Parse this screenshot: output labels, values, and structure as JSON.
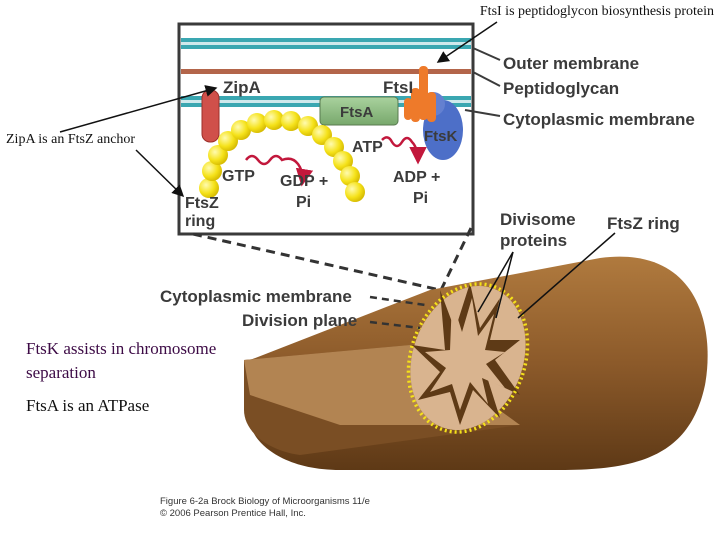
{
  "annotations": {
    "ftsi_note": "FtsI is peptidoglycon biosynthesis protein",
    "zipa_note": "ZipA is an FtsZ anchor",
    "ftsk_note": "FtsK assists in chromosome separation",
    "ftsa_note": "FtsA is an ATPase"
  },
  "inset": {
    "labels": {
      "zipa": "ZipA",
      "ftsi": "FtsI",
      "ftsa": "FtsA",
      "ftsk": "FtsK",
      "ftsz_line1": "FtsZ",
      "ftsz_line2": "ring",
      "gtp": "GTP",
      "gdp_line1": "GDP +",
      "gdp_line2": "Pi",
      "atp": "ATP",
      "adp_line1": "ADP +",
      "adp_line2": "Pi"
    },
    "layers": {
      "outer_membrane": "Outer membrane",
      "peptidoglycan": "Peptidoglycan",
      "cytoplasmic_membrane": "Cytoplasmic membrane"
    }
  },
  "cell": {
    "divisome_line1": "Divisome",
    "divisome_line2": "proteins",
    "ftsz_ring": "FtsZ ring",
    "cytoplasmic_membrane": "Cytoplasmic membrane",
    "division_plane": "Division plane"
  },
  "credit": {
    "line1": "Figure 6-2a  Brock Biology of Microorganisms 11/e",
    "line2": "© 2006 Pearson Prentice Hall, Inc."
  },
  "colors": {
    "membrane_teal": "#3aa7b1",
    "peptidoglycan_brown": "#b3654a",
    "ftsz_yellow": "#f5e21a",
    "zipa_red": "#d0504a",
    "ftsi_orange": "#ee7a2a",
    "ftsa_green": "#8fbf84",
    "ftsk_blue": "#4d6fc8",
    "cell_brown": "#8a5a28",
    "cell_face": "#d9b48f",
    "arrow_red": "#c2183c"
  }
}
